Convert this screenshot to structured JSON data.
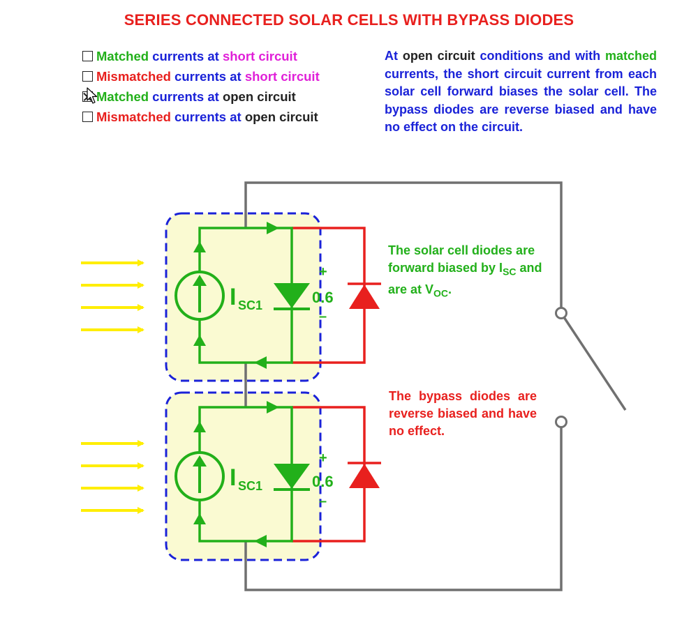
{
  "title": "SERIES CONNECTED SOLAR CELLS WITH BYPASS DIODES",
  "options": [
    {
      "checked": false,
      "parts": [
        {
          "text": "Matched",
          "color": "green"
        },
        {
          "text": " currents at ",
          "color": "blue"
        },
        {
          "text": "short circuit",
          "color": "magenta"
        }
      ]
    },
    {
      "checked": false,
      "parts": [
        {
          "text": "Mismatched",
          "color": "red"
        },
        {
          "text": " currents at ",
          "color": "blue"
        },
        {
          "text": "short circuit",
          "color": "magenta"
        }
      ]
    },
    {
      "checked": true,
      "parts": [
        {
          "text": "Matched",
          "color": "green"
        },
        {
          "text": " currents at ",
          "color": "blue"
        },
        {
          "text": "open circuit",
          "color": "black"
        }
      ]
    },
    {
      "checked": false,
      "parts": [
        {
          "text": "Mismatched",
          "color": "red"
        },
        {
          "text": " currents at ",
          "color": "blue"
        },
        {
          "text": "open circuit",
          "color": "black"
        }
      ]
    }
  ],
  "description": [
    {
      "text": "At ",
      "color": "blue"
    },
    {
      "text": "open circuit",
      "color": "black"
    },
    {
      "text": " conditions and with ",
      "color": "blue"
    },
    {
      "text": "matched",
      "color": "green"
    },
    {
      "text": " currents, the short circuit current from each solar cell forward biases the solar cell. The bypass diodes are reverse biased and have no effect on the circuit.",
      "color": "blue"
    }
  ],
  "notes": {
    "green_line1": "The solar cell diodes are forward biased by ",
    "green_isc_main": "I",
    "green_isc_sub": "SC",
    "green_mid": " and are at V",
    "green_voc_sub": "OC",
    "green_end": ".",
    "red": "The bypass diodes are reverse biased and have no effect."
  },
  "circuit": {
    "cell1": {
      "source_label": "I",
      "source_sub": "SC1",
      "voltage": "0.6",
      "plus": "+",
      "minus": "–"
    },
    "cell2": {
      "source_label": "I",
      "source_sub": "SC1",
      "voltage": "0.6",
      "plus": "+",
      "minus": "–"
    },
    "switch_state": "open"
  },
  "colors": {
    "green": "#22b01a",
    "blue": "#1a22d8",
    "red": "#e8201e",
    "magenta": "#e020d8",
    "black": "#222222",
    "yellow": "#ffee00",
    "cell_fill": "#fafad2",
    "wire_gray": "#707070"
  }
}
